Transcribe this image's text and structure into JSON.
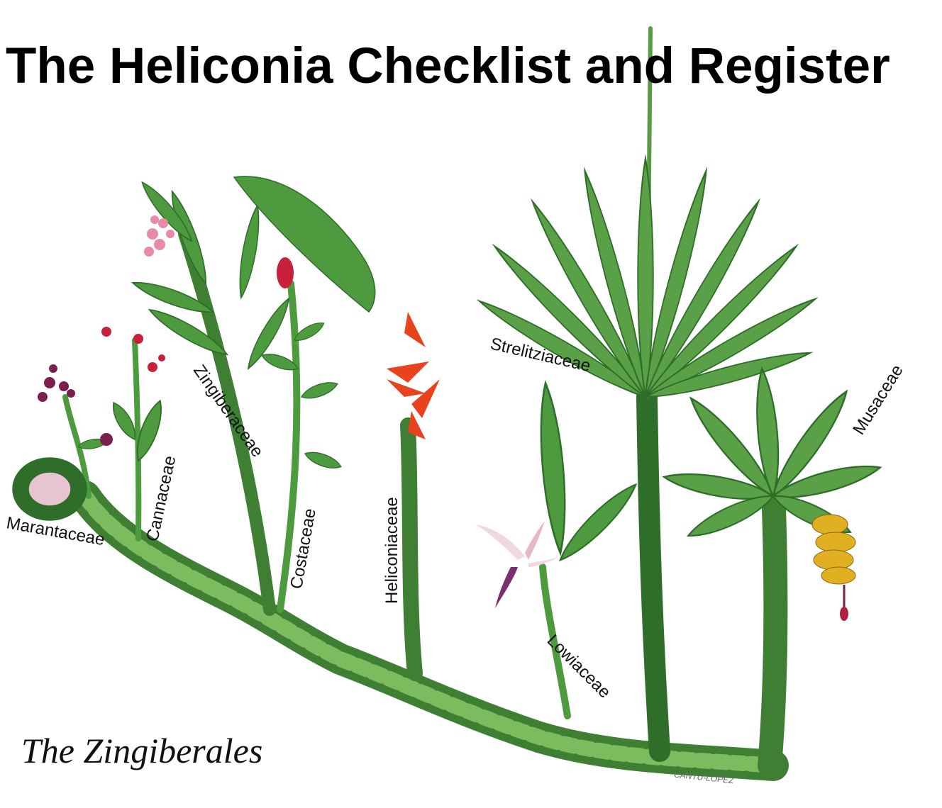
{
  "title": "The Heliconia Checklist and Register",
  "subtitle": "The Zingiberales",
  "signature": "CANTU-LOPEZ",
  "families": {
    "marantaceae": "Marantaceae",
    "cannaceae": "Cannaceae",
    "zingiberaceae": "Zingiberaceae",
    "costaceae": "Costaceae",
    "heliconiaceae": "Heliconiaceae",
    "strelitziaceae": "Strelitziaceae",
    "lowiaceae": "Lowiaceae",
    "musaceae": "Musaceae"
  },
  "colors": {
    "leaf": "#4e9a3e",
    "leaf_light": "#7cbb5e",
    "leaf_dark": "#2f6e2a",
    "stem": "#5a9a44",
    "heliconia_bract": "#e8431e",
    "banana": "#e0b022",
    "ginger_flower": "#e88aa8",
    "maranta_flower": "#7a1f4e"
  }
}
